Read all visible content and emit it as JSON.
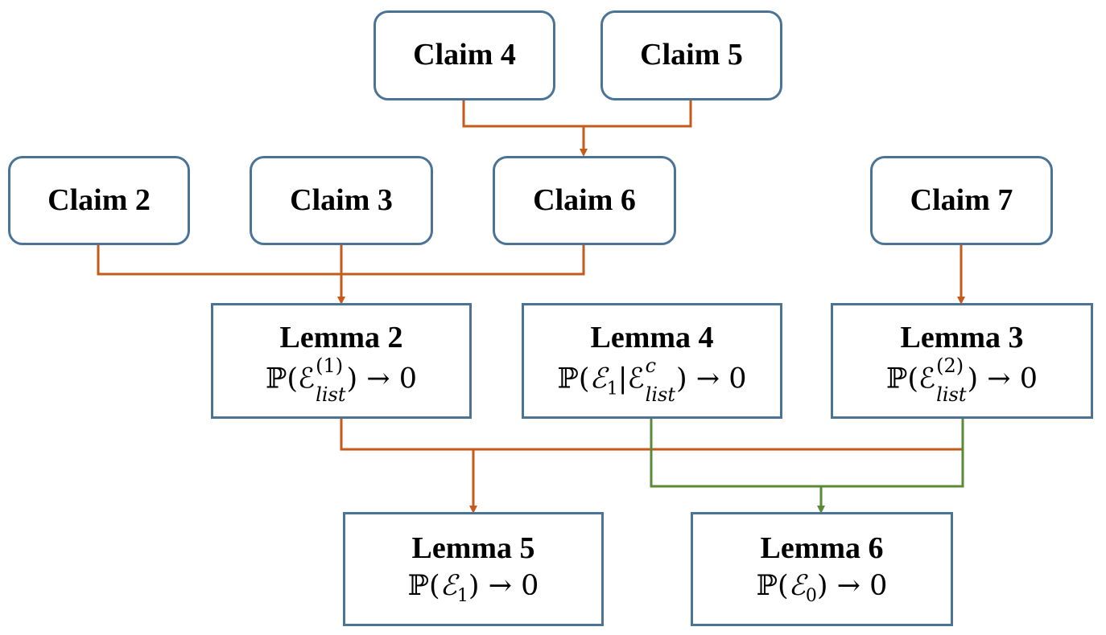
{
  "colors": {
    "box_border": "#4a7396",
    "orange_edge": "#c55a1a",
    "green_edge": "#5b8a35"
  },
  "claims": {
    "claim2": "Claim 2",
    "claim3": "Claim 3",
    "claim4": "Claim 4",
    "claim5": "Claim 5",
    "claim6": "Claim 6",
    "claim7": "Claim 7"
  },
  "lemmas": {
    "lemma2": {
      "title": "Lemma 2",
      "formula": "ℙ(ℰ_list^(1)) → 0"
    },
    "lemma3": {
      "title": "Lemma 3",
      "formula": "ℙ(ℰ_list^(2)) → 0"
    },
    "lemma4": {
      "title": "Lemma 4",
      "formula": "ℙ(ℰ_1|ℰ_list^c) → 0"
    },
    "lemma5": {
      "title": "Lemma 5",
      "formula": "ℙ(ℰ_1) → 0"
    },
    "lemma6": {
      "title": "Lemma 6",
      "formula": "ℙ(ℰ_0) → 0"
    }
  }
}
